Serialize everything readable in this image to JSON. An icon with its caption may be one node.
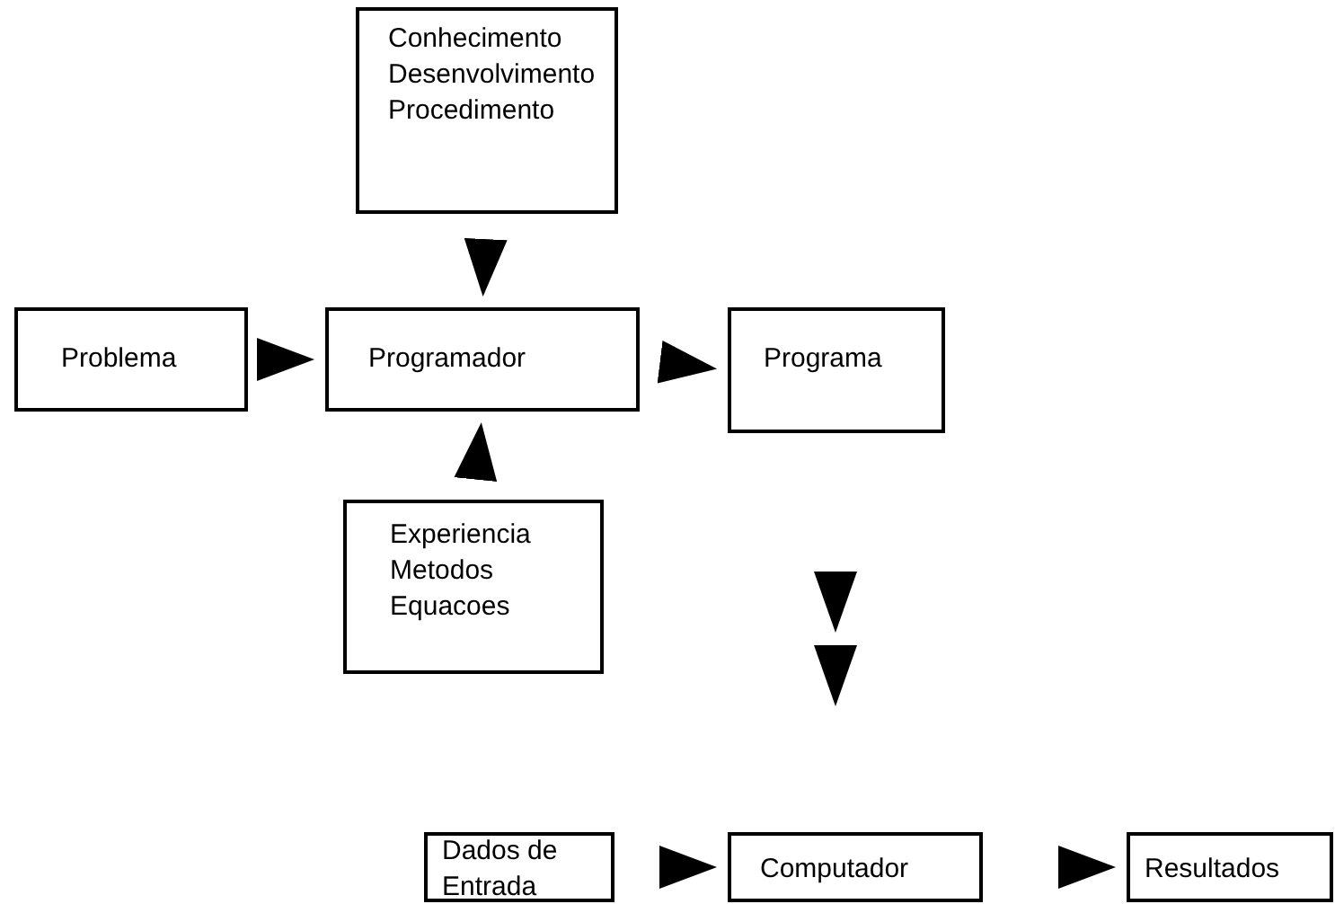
{
  "diagram": {
    "nodes": [
      {
        "text": [
          "Conhecimento Desenvolvimento Procedimento"
        ]
      },
      {
        "text": [
          "Problema"
        ]
      },
      {
        "text": [
          "Programador"
        ]
      },
      {
        "text": [
          "Programa"
        ]
      },
      {
        "text": [
          "Experiencia Metodos Equacoes"
        ]
      },
      {
        "text": [
          "Dados de Entrada"
        ]
      },
      {
        "text": [
          "Computador"
        ]
      },
      {
        "text": [
          "Resultados"
        ]
      }
    ],
    "edges": [
      {
        "from": 1,
        "to": 2,
        "arrow": "to"
      },
      {
        "from": 0,
        "to": 2,
        "arrow": "to"
      },
      {
        "from": 2,
        "to": 3,
        "arrow": "to"
      },
      {
        "from": 4,
        "to": 2,
        "arrow": "to"
      },
      {
        "from": 3,
        "to": 6,
        "arrow": "to"
      },
      {
        "from": 5,
        "to": 6,
        "arrow": "to"
      },
      {
        "from": 6,
        "to": 7,
        "arrow": "to"
      }
    ]
  }
}
